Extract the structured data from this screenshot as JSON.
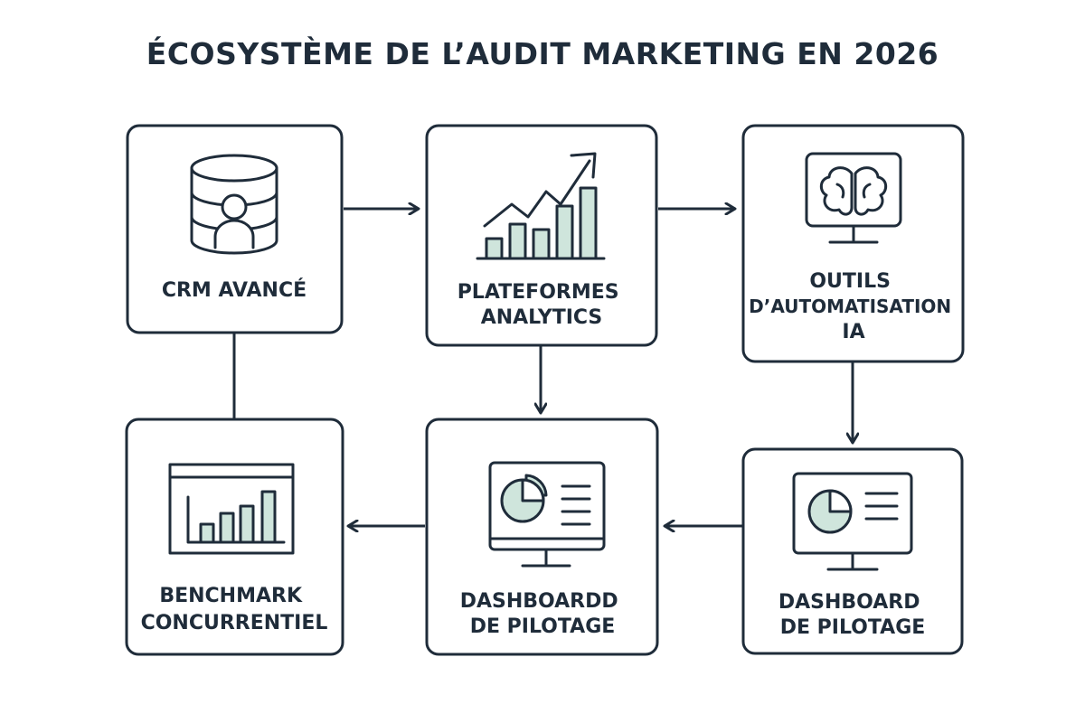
{
  "title": "ÉCOSYSTÈME DE L’AUDIT MARKETING EN 2026",
  "colors": {
    "ink": "#1f2c3a",
    "accent": "#cfe5dc",
    "background": "#ffffff"
  },
  "nodes": [
    {
      "id": "crm",
      "icon": "database-user-icon",
      "lines": [
        "CRM AVANCÉ"
      ]
    },
    {
      "id": "analytics",
      "icon": "trending-bar-chart-icon",
      "lines": [
        "PLATEFORMES",
        "ANALYTICS"
      ]
    },
    {
      "id": "automation",
      "icon": "brain-monitor-icon",
      "lines": [
        "OUTILS",
        "D’AUTOMATISATION",
        "IA"
      ]
    },
    {
      "id": "dashboard-right",
      "icon": "pie-chart-monitor-icon",
      "lines": [
        "DASHBOARD",
        "DE PILOTAGE"
      ]
    },
    {
      "id": "dashboard-middle",
      "icon": "pie-chart-monitor-icon",
      "lines": [
        "DASHBOARDD",
        "DE PILOTAGE"
      ]
    },
    {
      "id": "benchmark",
      "icon": "bar-chart-window-icon",
      "lines": [
        "BENCHMARK",
        "CONCURRENTIEL"
      ]
    }
  ],
  "edges": [
    {
      "from": "crm",
      "to": "analytics",
      "arrow": true
    },
    {
      "from": "analytics",
      "to": "automation",
      "arrow": true
    },
    {
      "from": "analytics",
      "to": "dashboard-middle",
      "arrow": true
    },
    {
      "from": "automation",
      "to": "dashboard-right",
      "arrow": true
    },
    {
      "from": "dashboard-right",
      "to": "dashboard-middle",
      "arrow": true
    },
    {
      "from": "dashboard-middle",
      "to": "benchmark",
      "arrow": true
    },
    {
      "from": "crm",
      "to": "benchmark",
      "arrow": false
    }
  ]
}
